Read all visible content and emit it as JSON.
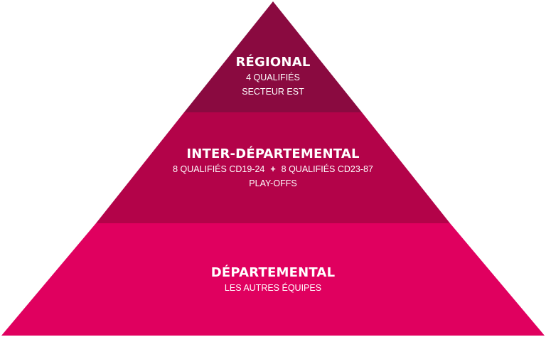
{
  "colors": {
    "regional": "#8a0a40",
    "interdepartemental": "#b30349",
    "departemental": "#e0005f"
  },
  "pyramid": {
    "regional": {
      "title": "RÉGIONAL",
      "line1": "4 QUALIFIÉS",
      "line2": "SECTEUR EST"
    },
    "interdepartemental": {
      "title": "INTER-DÉPARTEMENTAL",
      "line1_left": "8 QUALIFIÉS CD19-24",
      "plus": "+",
      "line1_right": "8 QUALIFIÉS CD23-87",
      "line2": "PLAY-OFFS"
    },
    "departemental": {
      "title": "DÉPARTEMENTAL",
      "line1": "LES AUTRES ÉQUIPES"
    }
  }
}
